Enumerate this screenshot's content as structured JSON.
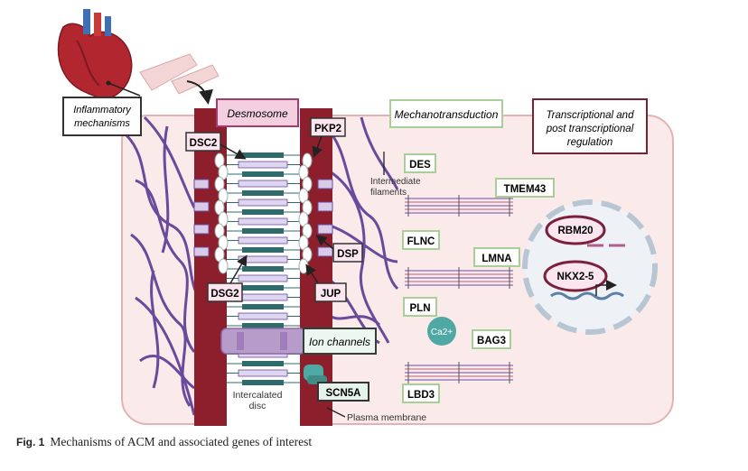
{
  "figure": {
    "caption_label": "Fig. 1",
    "caption_text": "Mechanisms of ACM and associated genes of interest"
  },
  "labels": {
    "inflammatory": [
      "Inflammatory",
      "mechanisms"
    ],
    "desmosome": "Desmosome",
    "mechanotransduction": "Mechanotransduction",
    "transcriptional": [
      "Transcriptional and",
      "post transcriptional",
      "regulation"
    ],
    "ion_channels": "Ion channels",
    "intermediate_filaments": [
      "Intermediate",
      "filaments"
    ],
    "intercalated_disc": [
      "Intercalated",
      "disc"
    ],
    "plasma_membrane": "Plasma membrane",
    "ca": "Ca2+"
  },
  "genes": {
    "dsc2": "DSC2",
    "pkp2": "PKP2",
    "dsp": "DSP",
    "dsg2": "DSG2",
    "jup": "JUP",
    "scn5a": "SCN5A",
    "des": "DES",
    "tmem43": "TMEM43",
    "flnc": "FLNC",
    "lmna": "LMNA",
    "pln": "PLN",
    "bag3": "BAG3",
    "lbd3": "LBD3",
    "rbm20": "RBM20",
    "nkx25": "NKX2-5"
  },
  "colors": {
    "cell_fill": "#fbeaea",
    "cell_stroke": "#e2b2b4",
    "membrane": "#8c1f2b",
    "filament": "#6a4a9c",
    "green_box": "#a9cf98",
    "pink_box": "#f3cfe0",
    "pink_box_stroke": "#a23b6f",
    "dark_box": "#333333",
    "teal": "#4fa8a3",
    "gene_dark": "#7a1f3c"
  }
}
